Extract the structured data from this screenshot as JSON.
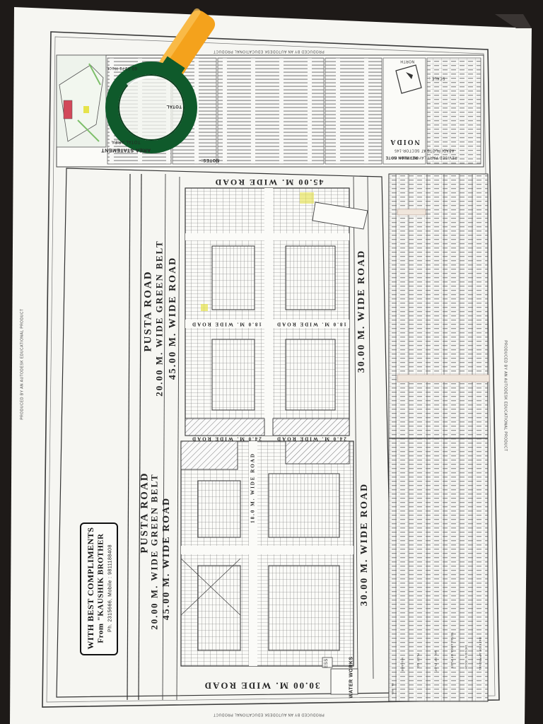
{
  "plan": {
    "roads": {
      "pusta_left": "PUSTA ROAD",
      "pusta_right": "PUSTA ROAD",
      "green_belt_left": "20.00 M. WIDE GREEN BELT",
      "green_belt_right": "20.00 M. WIDE GREEN BELT",
      "wide45_left": "45.00 M. WIDE ROAD",
      "wide45_right": "45.00 M. WIDE ROAD",
      "wide45_top": "45.00 M. WIDE ROAD",
      "wide30_left": "30.00 M. WIDE ROAD",
      "wide30_right": "30.00 M. WIDE ROAD",
      "wide30_bottom": "30.00 M. WIDE ROAD",
      "wide24_a": "24.0 M. WIDE ROAD",
      "wide24_b": "24.0 M. WIDE ROAD",
      "wide18_a": "18.0 M. WIDE ROAD",
      "wide18_b": "18.0 M. WIDE ROAD",
      "wide18_c": "18.0 M. WIDE ROAD"
    },
    "water_works": "WATER WORKS",
    "ess": "ESS",
    "watermark_left": "PRODUCED BY AN AUTODESK EDUCATIONAL PRODUCT",
    "watermark_right": "PRODUCED BY AN AUTODESK EDUCATIONAL PRODUCT",
    "watermark_top": "PRODUCED BY AN AUTODESK EDUCATIONAL PRODUCT",
    "watermark_bottom": "PRODUCED BY AN AUTODESK EDUCATIONAL PRODUCT",
    "area_statement": "AREA STATEMENT",
    "total_area": "TOTAL AREA",
    "area_value": "69.6271 Hect.",
    "notes": "NOTES:-",
    "total": "TOTAL",
    "logo": "NOIDA",
    "revision_note": "REVISION NOTE",
    "title_revised": "REVISED PART LAYOUT PLAN OF",
    "title_plots": "ABADI PLOTS AT SECTOR-145",
    "scale": "SCALE :",
    "north": "NORTH"
  },
  "table": {
    "headers": [
      "SL. NO.",
      "VILLAGE",
      "PLOT NO.",
      "NO. OF PLOT",
      "TOTAL AREA OF PLOT",
      "DESIGN ISSUE",
      "DATE OF APPROVAL"
    ]
  },
  "stamp": {
    "line1": "WITH BEST COMPLIMENTS",
    "line2": "From \"KAUSHIK BROTHER",
    "line3": "Ph. 2315666, Mobile : 9811188408"
  },
  "magnifier": {
    "icon": "magnifier-icon",
    "handle_color": "#f4a21c",
    "rim_color": "#0f5a2b"
  },
  "colors": {
    "background": "#1e1a18",
    "paper": "#f6f6f2",
    "ink": "#262626",
    "highlight_yellow": "#e6e34a",
    "highlight_red": "#d2485a",
    "grid_green": "#7dbf6a"
  }
}
